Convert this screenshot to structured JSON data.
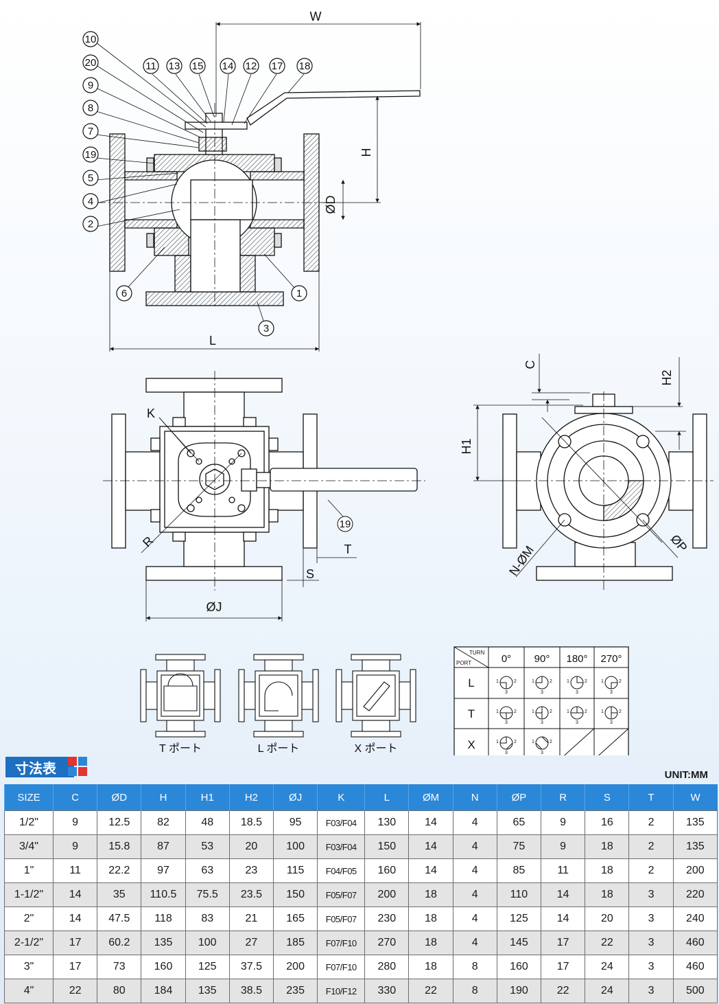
{
  "dimension_labels": {
    "w": "W",
    "h": "H",
    "od": "ØD",
    "l": "L",
    "k": "K",
    "r": "R",
    "t": "T",
    "s": "S",
    "oj": "ØJ",
    "c": "C",
    "h1": "H1",
    "h2": "H2",
    "nom": "N-ØM",
    "op": "ØP"
  },
  "balloons": {
    "b10": "10",
    "b20": "20",
    "b9": "9",
    "b8": "8",
    "b7": "7",
    "b19": "19",
    "b5": "5",
    "b4": "4",
    "b2": "2",
    "b6": "6",
    "b3": "3",
    "b1": "1",
    "b11": "11",
    "b13": "13",
    "b15": "15",
    "b14": "14",
    "b12": "12",
    "b17": "17",
    "b18": "18",
    "b19b": "19"
  },
  "port_views": {
    "t": "T ポート",
    "l": "L ポート",
    "x": "X ポート"
  },
  "turn_table": {
    "turn": "TURN",
    "port": "PORT",
    "angles": [
      "0°",
      "90°",
      "180°",
      "270°"
    ],
    "rows": [
      "L",
      "T",
      "X"
    ],
    "port_num_1": "1",
    "port_num_2": "2",
    "port_num_3": "3"
  },
  "section_title": "寸法表",
  "unit": "UNIT:MM",
  "table": {
    "headers": [
      "SIZE",
      "C",
      "ØD",
      "H",
      "H1",
      "H2",
      "ØJ",
      "K",
      "L",
      "ØM",
      "N",
      "ØP",
      "R",
      "S",
      "T",
      "W"
    ],
    "rows": [
      [
        "1/2\"",
        "9",
        "12.5",
        "82",
        "48",
        "18.5",
        "95",
        "F03/F04",
        "130",
        "14",
        "4",
        "65",
        "9",
        "16",
        "2",
        "135"
      ],
      [
        "3/4\"",
        "9",
        "15.8",
        "87",
        "53",
        "20",
        "100",
        "F03/F04",
        "150",
        "14",
        "4",
        "75",
        "9",
        "18",
        "2",
        "135"
      ],
      [
        "1\"",
        "11",
        "22.2",
        "97",
        "63",
        "23",
        "115",
        "F04/F05",
        "160",
        "14",
        "4",
        "85",
        "11",
        "18",
        "2",
        "200"
      ],
      [
        "1-1/2\"",
        "14",
        "35",
        "110.5",
        "75.5",
        "23.5",
        "150",
        "F05/F07",
        "200",
        "18",
        "4",
        "110",
        "14",
        "18",
        "3",
        "220"
      ],
      [
        "2\"",
        "14",
        "47.5",
        "118",
        "83",
        "21",
        "165",
        "F05/F07",
        "230",
        "18",
        "4",
        "125",
        "14",
        "20",
        "3",
        "240"
      ],
      [
        "2-1/2\"",
        "17",
        "60.2",
        "135",
        "100",
        "27",
        "185",
        "F07/F10",
        "270",
        "18",
        "4",
        "145",
        "17",
        "22",
        "3",
        "460"
      ],
      [
        "3\"",
        "17",
        "73",
        "160",
        "125",
        "37.5",
        "200",
        "F07/F10",
        "280",
        "18",
        "8",
        "160",
        "17",
        "24",
        "3",
        "460"
      ],
      [
        "4\"",
        "22",
        "80",
        "184",
        "135",
        "38.5",
        "235",
        "F10/F12",
        "330",
        "22",
        "8",
        "190",
        "22",
        "24",
        "3",
        "500"
      ]
    ]
  },
  "colors": {
    "header": "#2b87d8",
    "title": "#1e6fc0",
    "mark_red": "#e3342f",
    "mark_blue": "#2b87d8"
  }
}
